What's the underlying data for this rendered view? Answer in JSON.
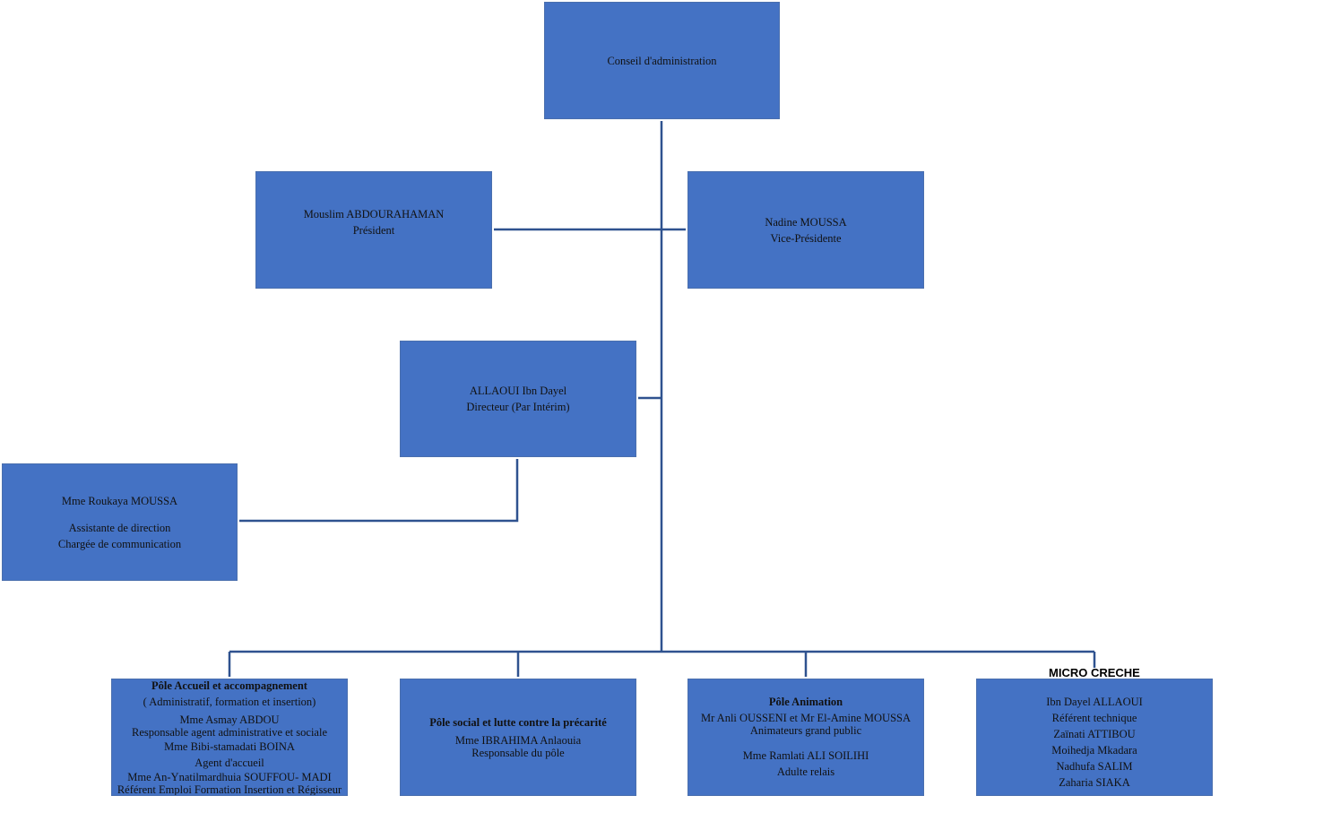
{
  "colors": {
    "box_fill": "#4472c4",
    "connector": "#2f528f",
    "text": "#111111"
  },
  "board": {
    "line1": "Conseil d'administration"
  },
  "president": {
    "name": "Mouslim ABDOURAHAMAN",
    "role": "Président"
  },
  "vice_president": {
    "name": "Nadine MOUSSA",
    "role": "Vice-Présidente"
  },
  "director": {
    "name": "ALLAOUI Ibn Dayel",
    "role": "Directeur (Par Intérim)"
  },
  "assistant": {
    "name": "Mme Roukaya MOUSSA",
    "role1": "Assistante de direction",
    "role2": "Chargée de communication"
  },
  "pole_accueil": {
    "title": "Pôle Accueil et accompagnement",
    "subtitle": "( Administratif, formation et insertion)",
    "p1_name": "Mme Asmay ABDOU",
    "p1_role": "Responsable agent administrative et sociale",
    "p2_name": "Mme Bibi-stamadati BOINA",
    "p2_role": "Agent d'accueil",
    "p3_name": "Mme An-Ynatilmardhuia SOUFFOU- MADI",
    "p3_role": "Référent Emploi Formation Insertion et Régisseur"
  },
  "pole_social": {
    "title": "Pôle social et lutte contre la précarité",
    "p1_name": "Mme IBRAHIMA Anlaouia",
    "p1_role": "Responsable du pôle"
  },
  "pole_animation": {
    "title": "Pôle Animation",
    "p1_name": "Mr Anli OUSSENI et Mr El-Amine MOUSSA",
    "p1_role": "Animateurs grand public",
    "p2_name": "Mme Ramlati ALI SOILIHI",
    "p2_role": "Adulte relais"
  },
  "micro_creche": {
    "title": "MICRO CRECHE",
    "p1_name": "Ibn Dayel ALLAOUI",
    "p1_role": "Référent technique",
    "staff": [
      "Zaïnati ATTIBOU",
      "Moihedja Mkadara",
      "Nadhufa SALIM",
      "Zaharia SIAKA"
    ]
  }
}
